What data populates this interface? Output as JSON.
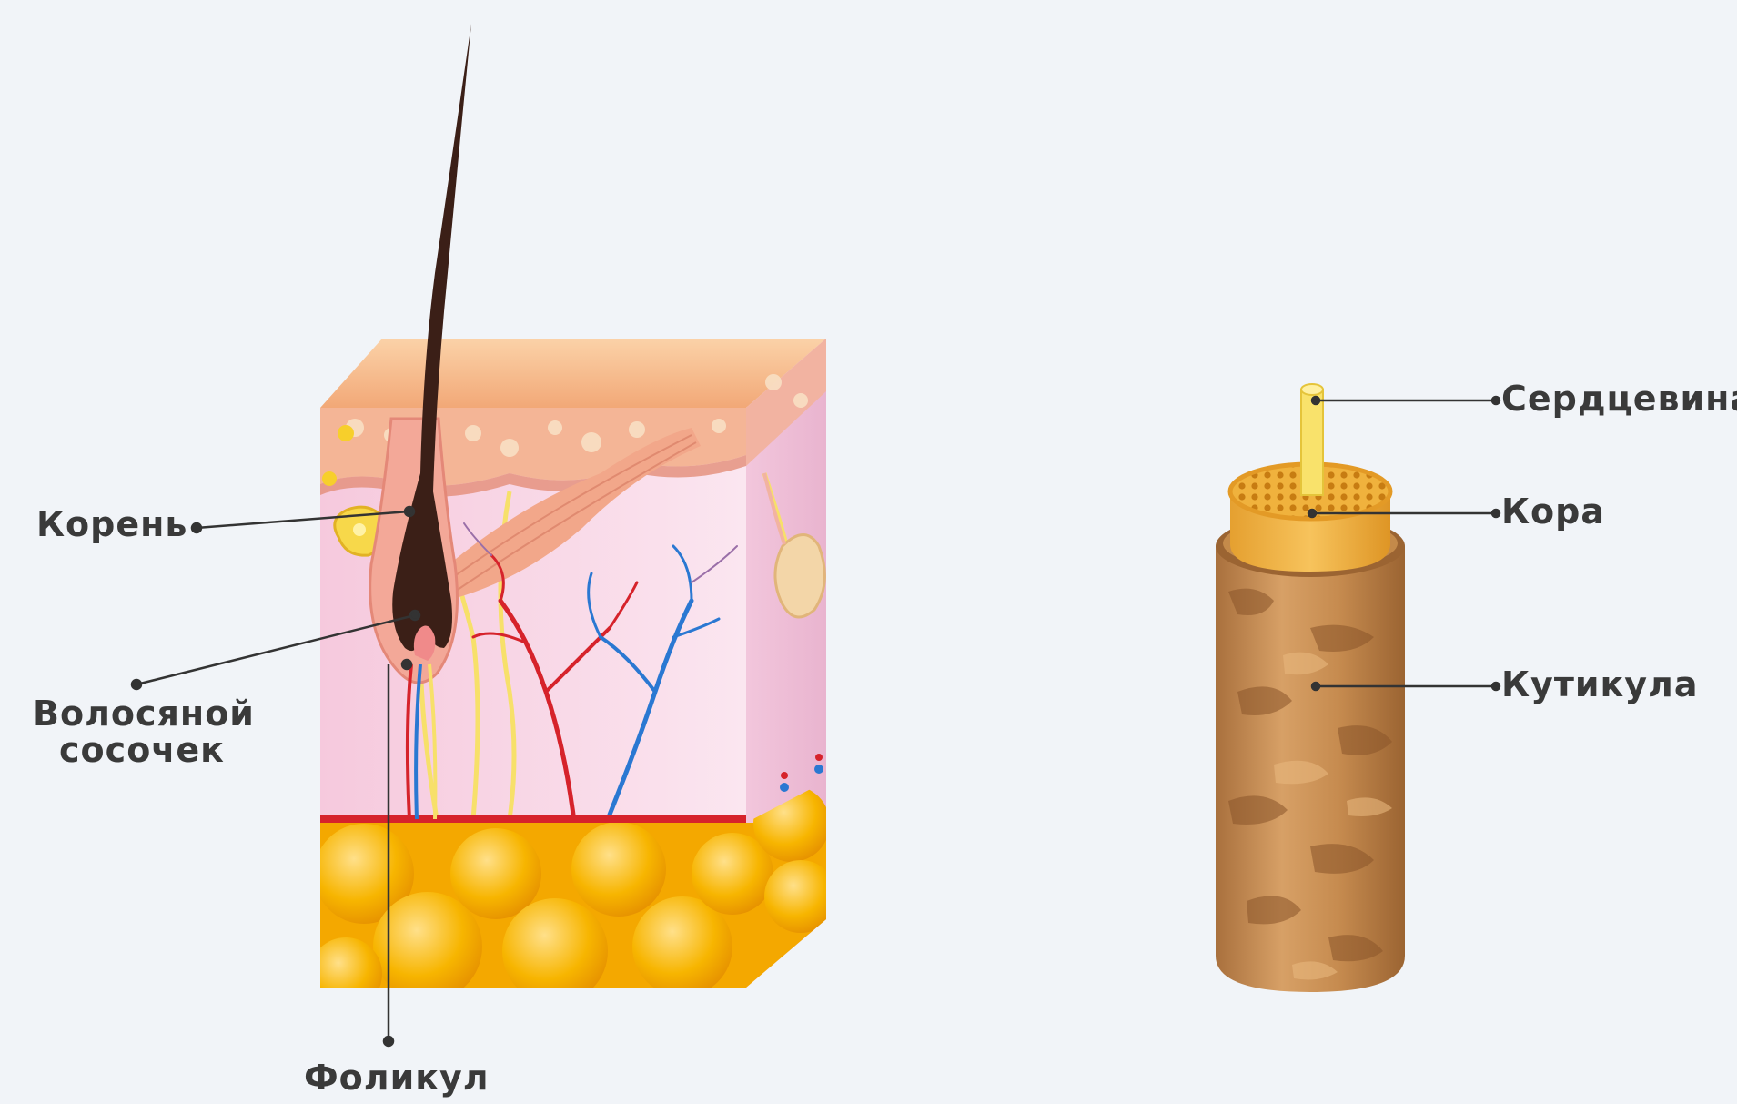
{
  "diagram": {
    "skin_labels": {
      "root": "Корень",
      "papilla_line1": "Волосяной",
      "papilla_line2": "сосочек",
      "follicle": "Фоликул"
    },
    "shaft_labels": {
      "medulla": "Сердцевина",
      "cortex": "Кора",
      "cuticle": "Кутикула"
    }
  },
  "colors": {
    "background": "#f1f4f8",
    "hair": "#3b1f17",
    "epidermis": "#f6b98f",
    "dermis": "#f8d6e4",
    "fat": "#f5b800",
    "artery": "#d6232b",
    "vein": "#2a78d2",
    "nerve": "#f7e06a",
    "cortex": "#f2b340",
    "cuticle": "#c48a4a",
    "medulla": "#f9e26b",
    "leader": "#333333"
  }
}
